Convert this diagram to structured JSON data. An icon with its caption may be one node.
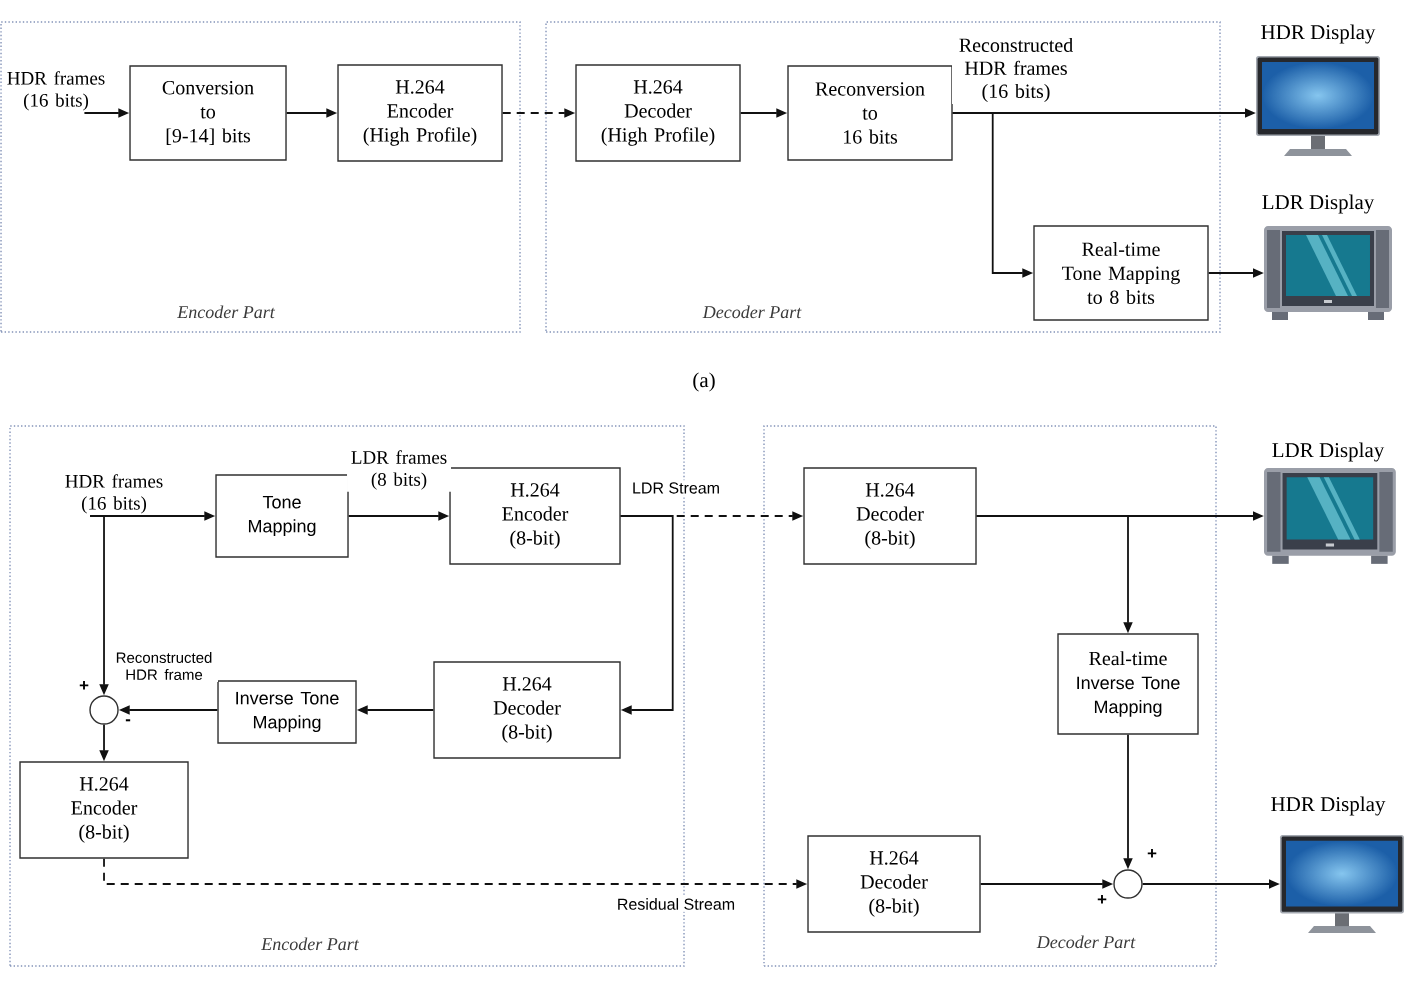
{
  "diagram": {
    "nodes": [
      {
        "text": [
          "Encoder Part"
        ]
      },
      {
        "text": [
          "HDR frames (16 bits)"
        ],
        "in": 0
      },
      {
        "text": [
          "Conversion to [9-14] bits"
        ],
        "in": 0
      },
      {
        "text": [
          "H.264 Encoder (High Profile)"
        ],
        "in": 0
      },
      {
        "text": [
          "Decoder Part"
        ]
      },
      {
        "text": [
          "H.264 Decoder (High Profile)"
        ],
        "in": 4
      },
      {
        "text": [
          "Reconversion to 16 bits"
        ],
        "in": 4
      },
      {
        "text": [
          "Real-time Tone Mapping to 8 bits"
        ],
        "in": 4
      },
      {
        "text": [
          "HDR Display"
        ]
      },
      {
        "text": [
          "LDR Display"
        ]
      },
      {
        "text": [
          "Encoder Part"
        ]
      },
      {
        "text": [
          "HDR frames (16 bits)"
        ],
        "in": 10
      },
      {
        "text": [
          "Tone Mapping"
        ],
        "in": 10
      },
      {
        "text": [
          "H.264 Encoder (8-bit)"
        ],
        "in": 10
      },
      {
        "text": [],
        "shape": "circle",
        "in": 10,
        "beside": [
          "+",
          "-"
        ]
      },
      {
        "text": [
          "Inverse Tone Mapping"
        ],
        "in": 10
      },
      {
        "text": [
          "H.264 Decoder (8-bit)"
        ],
        "in": 10
      },
      {
        "text": [
          "H.264 Encoder (8-bit)"
        ],
        "in": 10
      },
      {
        "text": [
          "Decoder Part"
        ]
      },
      {
        "text": [
          "H.264 Decoder (8-bit)"
        ],
        "in": 18
      },
      {
        "text": [
          "Real-time",
          "Inverse Tone Mapping"
        ],
        "in": 18
      },
      {
        "text": [
          "H.264 Decoder (8-bit)"
        ],
        "in": 18
      },
      {
        "text": [],
        "shape": "circle",
        "in": 18,
        "beside": [
          "+",
          "+"
        ]
      },
      {
        "text": [
          "LDR Display"
        ]
      },
      {
        "text": [
          "HDR Display"
        ]
      }
    ],
    "edges": [
      {
        "from": 1,
        "to": 2,
        "arrow": "to"
      },
      {
        "from": 2,
        "to": 3,
        "arrow": "to"
      },
      {
        "from": 3,
        "to": 5,
        "arrow": "to",
        "style": "dashed"
      },
      {
        "from": 5,
        "to": 6,
        "arrow": "to"
      },
      {
        "from": 6,
        "to": 8,
        "arrow": "to",
        "label": "Reconstructed HDR frames (16 bits)"
      },
      {
        "from": 6,
        "to": 7,
        "arrow": "to"
      },
      {
        "from": 7,
        "to": 9,
        "arrow": "to"
      },
      {
        "from": 11,
        "to": 12,
        "arrow": "to"
      },
      {
        "from": 11,
        "to": 14,
        "arrow": "to"
      },
      {
        "from": 12,
        "to": 13,
        "arrow": "to",
        "label": "LDR frames (8 bits)"
      },
      {
        "from": 13,
        "to": 19,
        "arrow": "to",
        "style": "dashed",
        "label": "LDR Stream"
      },
      {
        "from": 13,
        "to": 16,
        "arrow": "to"
      },
      {
        "from": 16,
        "to": 15,
        "arrow": "to"
      },
      {
        "from": 15,
        "to": 14,
        "arrow": "to",
        "label": "Reconstructed HDR frame"
      },
      {
        "from": 14,
        "to": 17,
        "arrow": "to"
      },
      {
        "from": 17,
        "to": 21,
        "arrow": "to",
        "style": "dashed",
        "label": "Residual Stream"
      },
      {
        "from": 19,
        "to": 23,
        "arrow": "to"
      },
      {
        "from": 19,
        "to": 20,
        "arrow": "to"
      },
      {
        "from": 20,
        "to": 22,
        "arrow": "to"
      },
      {
        "from": 21,
        "to": 22,
        "arrow": "to"
      },
      {
        "from": 22,
        "to": 24,
        "arrow": "to"
      }
    ],
    "labels": [
      "(a)"
    ]
  }
}
